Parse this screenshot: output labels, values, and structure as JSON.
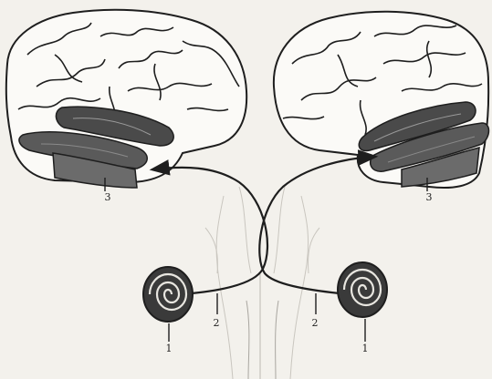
{
  "labels": {
    "cochlea_left": "1",
    "cochlea_right": "1",
    "nerve_left": "2",
    "nerve_right": "2",
    "cortex_left": "3",
    "cortex_right": "3"
  },
  "colors": {
    "paper": "#f3f1ec",
    "ink": "#1e1e1e",
    "temporal_dark": "#4a4a4a",
    "temporal_mid": "#6b6b6b"
  }
}
